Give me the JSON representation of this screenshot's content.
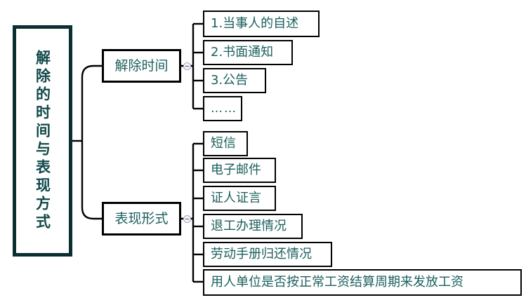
{
  "diagram": {
    "type": "mind-map",
    "orientation": "left-to-right",
    "background_color": "#ffffff",
    "root_border_color": "#0b2f30",
    "root_text_color": "#12484a",
    "node_border_color": "#000000",
    "node_text_color": "#1b5f5c",
    "connector_color_level1": "#000000",
    "connector_color_level2": "#000000"
  },
  "root": {
    "label": "解除的时间与表现方式",
    "orientation": "vertical"
  },
  "branches": [
    {
      "id": "branch-jiechushijian",
      "label": "解除时间",
      "toggle": "collapse-minus",
      "children": [
        {
          "label": "1.当事人的自述"
        },
        {
          "label": "2.书面通知"
        },
        {
          "label": "3.公告"
        },
        {
          "label": "……"
        }
      ]
    },
    {
      "id": "branch-biaoxianxingshi",
      "label": "表现形式",
      "toggle": "collapse-minus",
      "children": [
        {
          "label": "短信"
        },
        {
          "label": "电子邮件"
        },
        {
          "label": "证人证言"
        },
        {
          "label": "退工办理情况"
        },
        {
          "label": "劳动手册归还情况"
        },
        {
          "label": "用人单位是否按正常工资结算周期来发放工资"
        }
      ]
    }
  ]
}
